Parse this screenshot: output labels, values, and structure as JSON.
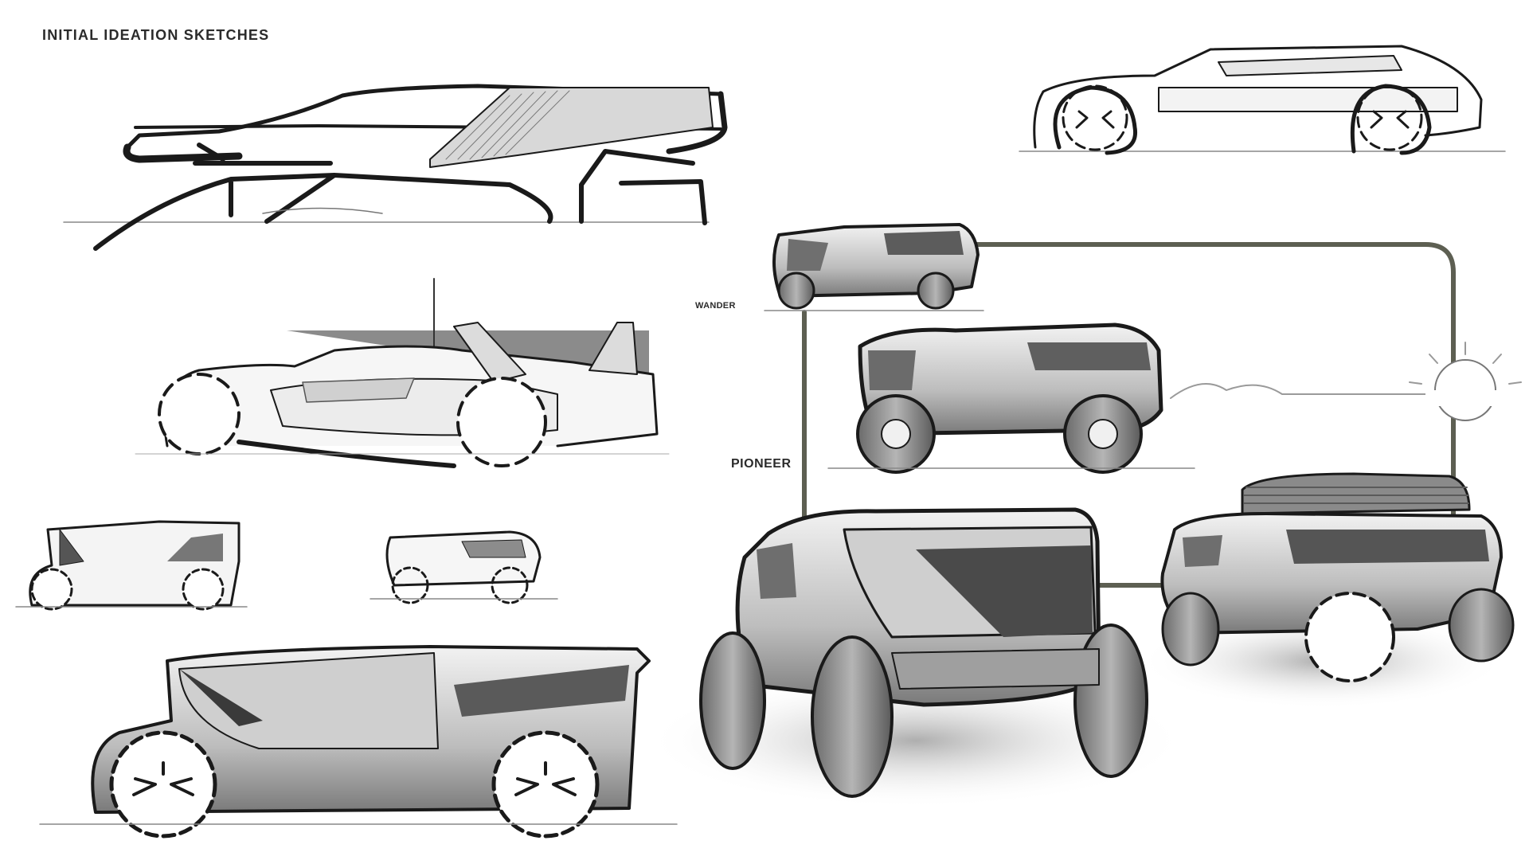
{
  "page": {
    "title": "INITIAL IDEATION SKETCHES"
  },
  "labels": {
    "wander": "WANDER",
    "pioneer": "PIONEER"
  },
  "colors": {
    "background": "#ffffff",
    "ink": "#1a1a1a",
    "connector": "#5d5f52",
    "shade_dark": "#4a4a4a",
    "shade_mid": "#8e8e8e",
    "shade_light": "#d9d9d9"
  }
}
